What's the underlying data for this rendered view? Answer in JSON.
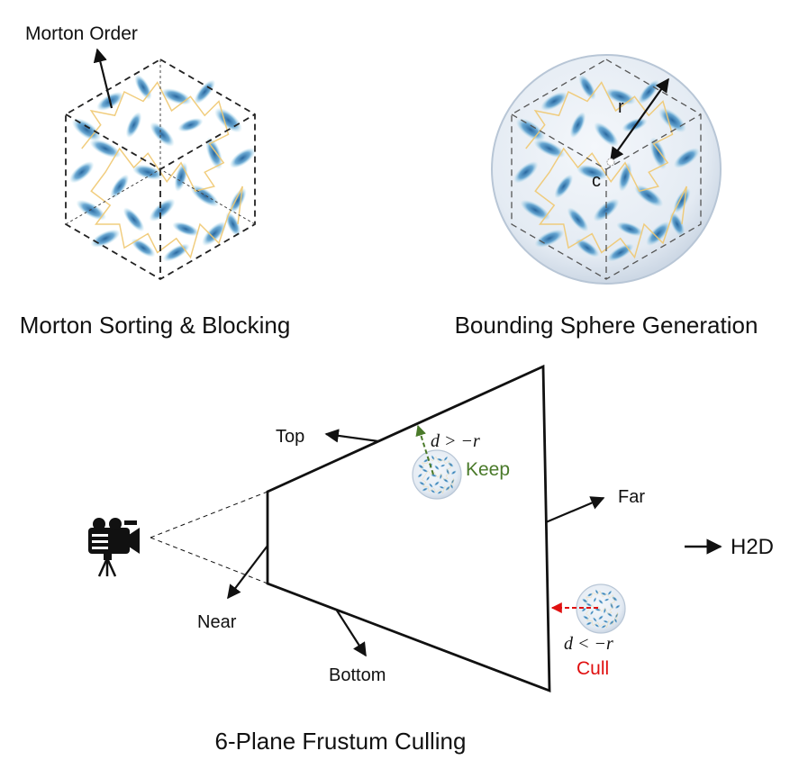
{
  "cube_panel": {
    "annotation": "Morton Order",
    "caption": "Morton Sorting & Blocking"
  },
  "sphere_panel": {
    "radius_label": "r",
    "center_label": "c",
    "caption": "Bounding Sphere Generation"
  },
  "frustum_panel": {
    "planes": {
      "top": "Top",
      "far": "Far",
      "near": "Near",
      "bottom": "Bottom"
    },
    "keep_condition": "d > −r",
    "keep_label": "Keep",
    "cull_condition": "d < −r",
    "cull_label": "Cull",
    "caption": "6-Plane Frustum Culling"
  },
  "output": {
    "label": "H2D"
  },
  "colors": {
    "keep": "#4a7a2a",
    "cull": "#e01010",
    "gaussian_blob": "#2f7fb8",
    "morton_path": "#f0c870"
  }
}
